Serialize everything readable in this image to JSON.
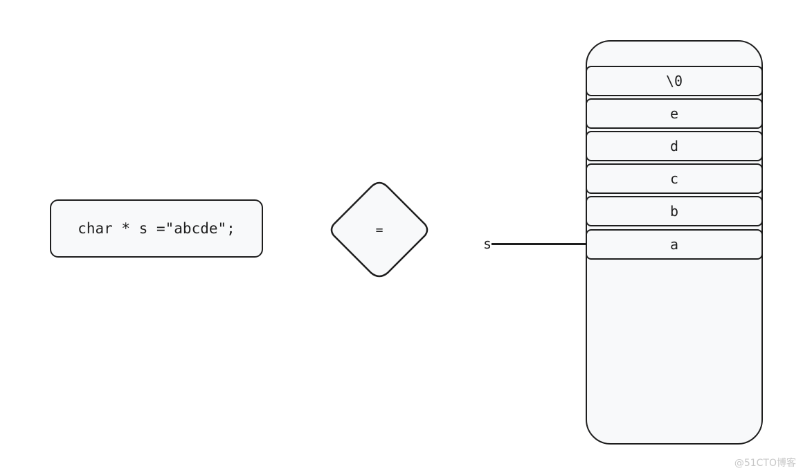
{
  "code": "char * s =\"abcde\";",
  "operator": "=",
  "pointer_label": "s",
  "cells": [
    "\\0",
    "e",
    "d",
    "c",
    "b",
    "a"
  ],
  "watermark": "@51CTO博客"
}
